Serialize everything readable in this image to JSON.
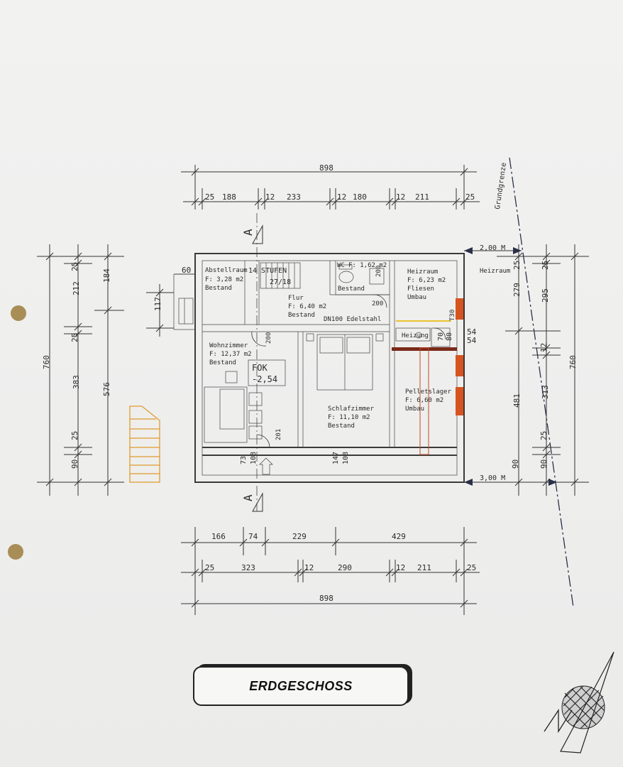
{
  "drawing": {
    "title": "ERDGESCHOSS",
    "boundary_label": "Grundgrenze",
    "section_marker": "A",
    "distances": {
      "top": "2,00 M",
      "bottom": "3,00 M"
    },
    "level_marker": {
      "label": "FOK",
      "value": "-2,54"
    },
    "stairs": {
      "label": "14 STUFEN",
      "size": "27/18"
    },
    "pipe_label": "DN100 Edelstahl",
    "heating_label": "Heizung",
    "neighbor_room": "Heizraum",
    "rooms": {
      "abstellraum": {
        "name": "Abstellraum",
        "area": "F: 3,28 m2",
        "status": "Bestand"
      },
      "wc": {
        "name": "WC",
        "area": "F: 1,62 m2",
        "status": "Bestand"
      },
      "heizraum": {
        "name": "Heizraum",
        "area": "F: 6,23 m2",
        "finish": "Fliesen",
        "status": "Umbau"
      },
      "flur": {
        "name": "Flur",
        "area": "F: 6,40 m2",
        "status": "Bestand"
      },
      "wohnzimmer": {
        "name": "Wohnzimmer",
        "area": "F: 12,37 m2",
        "status": "Bestand"
      },
      "schlafzimmer": {
        "name": "Schlafzimmer",
        "area": "F: 11,10 m2",
        "status": "Bestand"
      },
      "pelletslager": {
        "name": "Pelletslager",
        "area": "F: 6,60 m2",
        "status": "Umbau"
      }
    },
    "door_labels": {
      "d1": "200",
      "d2": "200",
      "d3": "200",
      "d4": "201",
      "d5": "T30"
    },
    "dims": {
      "top_total": "898",
      "top_chain": [
        "25",
        "188",
        "12",
        "233",
        "12",
        "180",
        "12",
        "211",
        "25"
      ],
      "bottom_chain1": [
        "166",
        "74",
        "229",
        "429"
      ],
      "bottom_chain2": [
        "25",
        "323",
        "12",
        "290",
        "12",
        "211",
        "25"
      ],
      "bottom_total": "898",
      "left_total": "760",
      "left_chain": [
        "25",
        "212",
        "25",
        "383",
        "25",
        "90"
      ],
      "left_partial": [
        "184",
        "576"
      ],
      "left_small": [
        "60",
        "117"
      ],
      "right_chain1": [
        "25",
        "279",
        "481",
        "90"
      ],
      "right_chain2": [
        "295",
        "12",
        "313",
        "25"
      ],
      "right_total": "760",
      "window_labels": [
        "73",
        "108",
        "147",
        "108",
        "70",
        "80",
        "54",
        "54"
      ]
    }
  }
}
